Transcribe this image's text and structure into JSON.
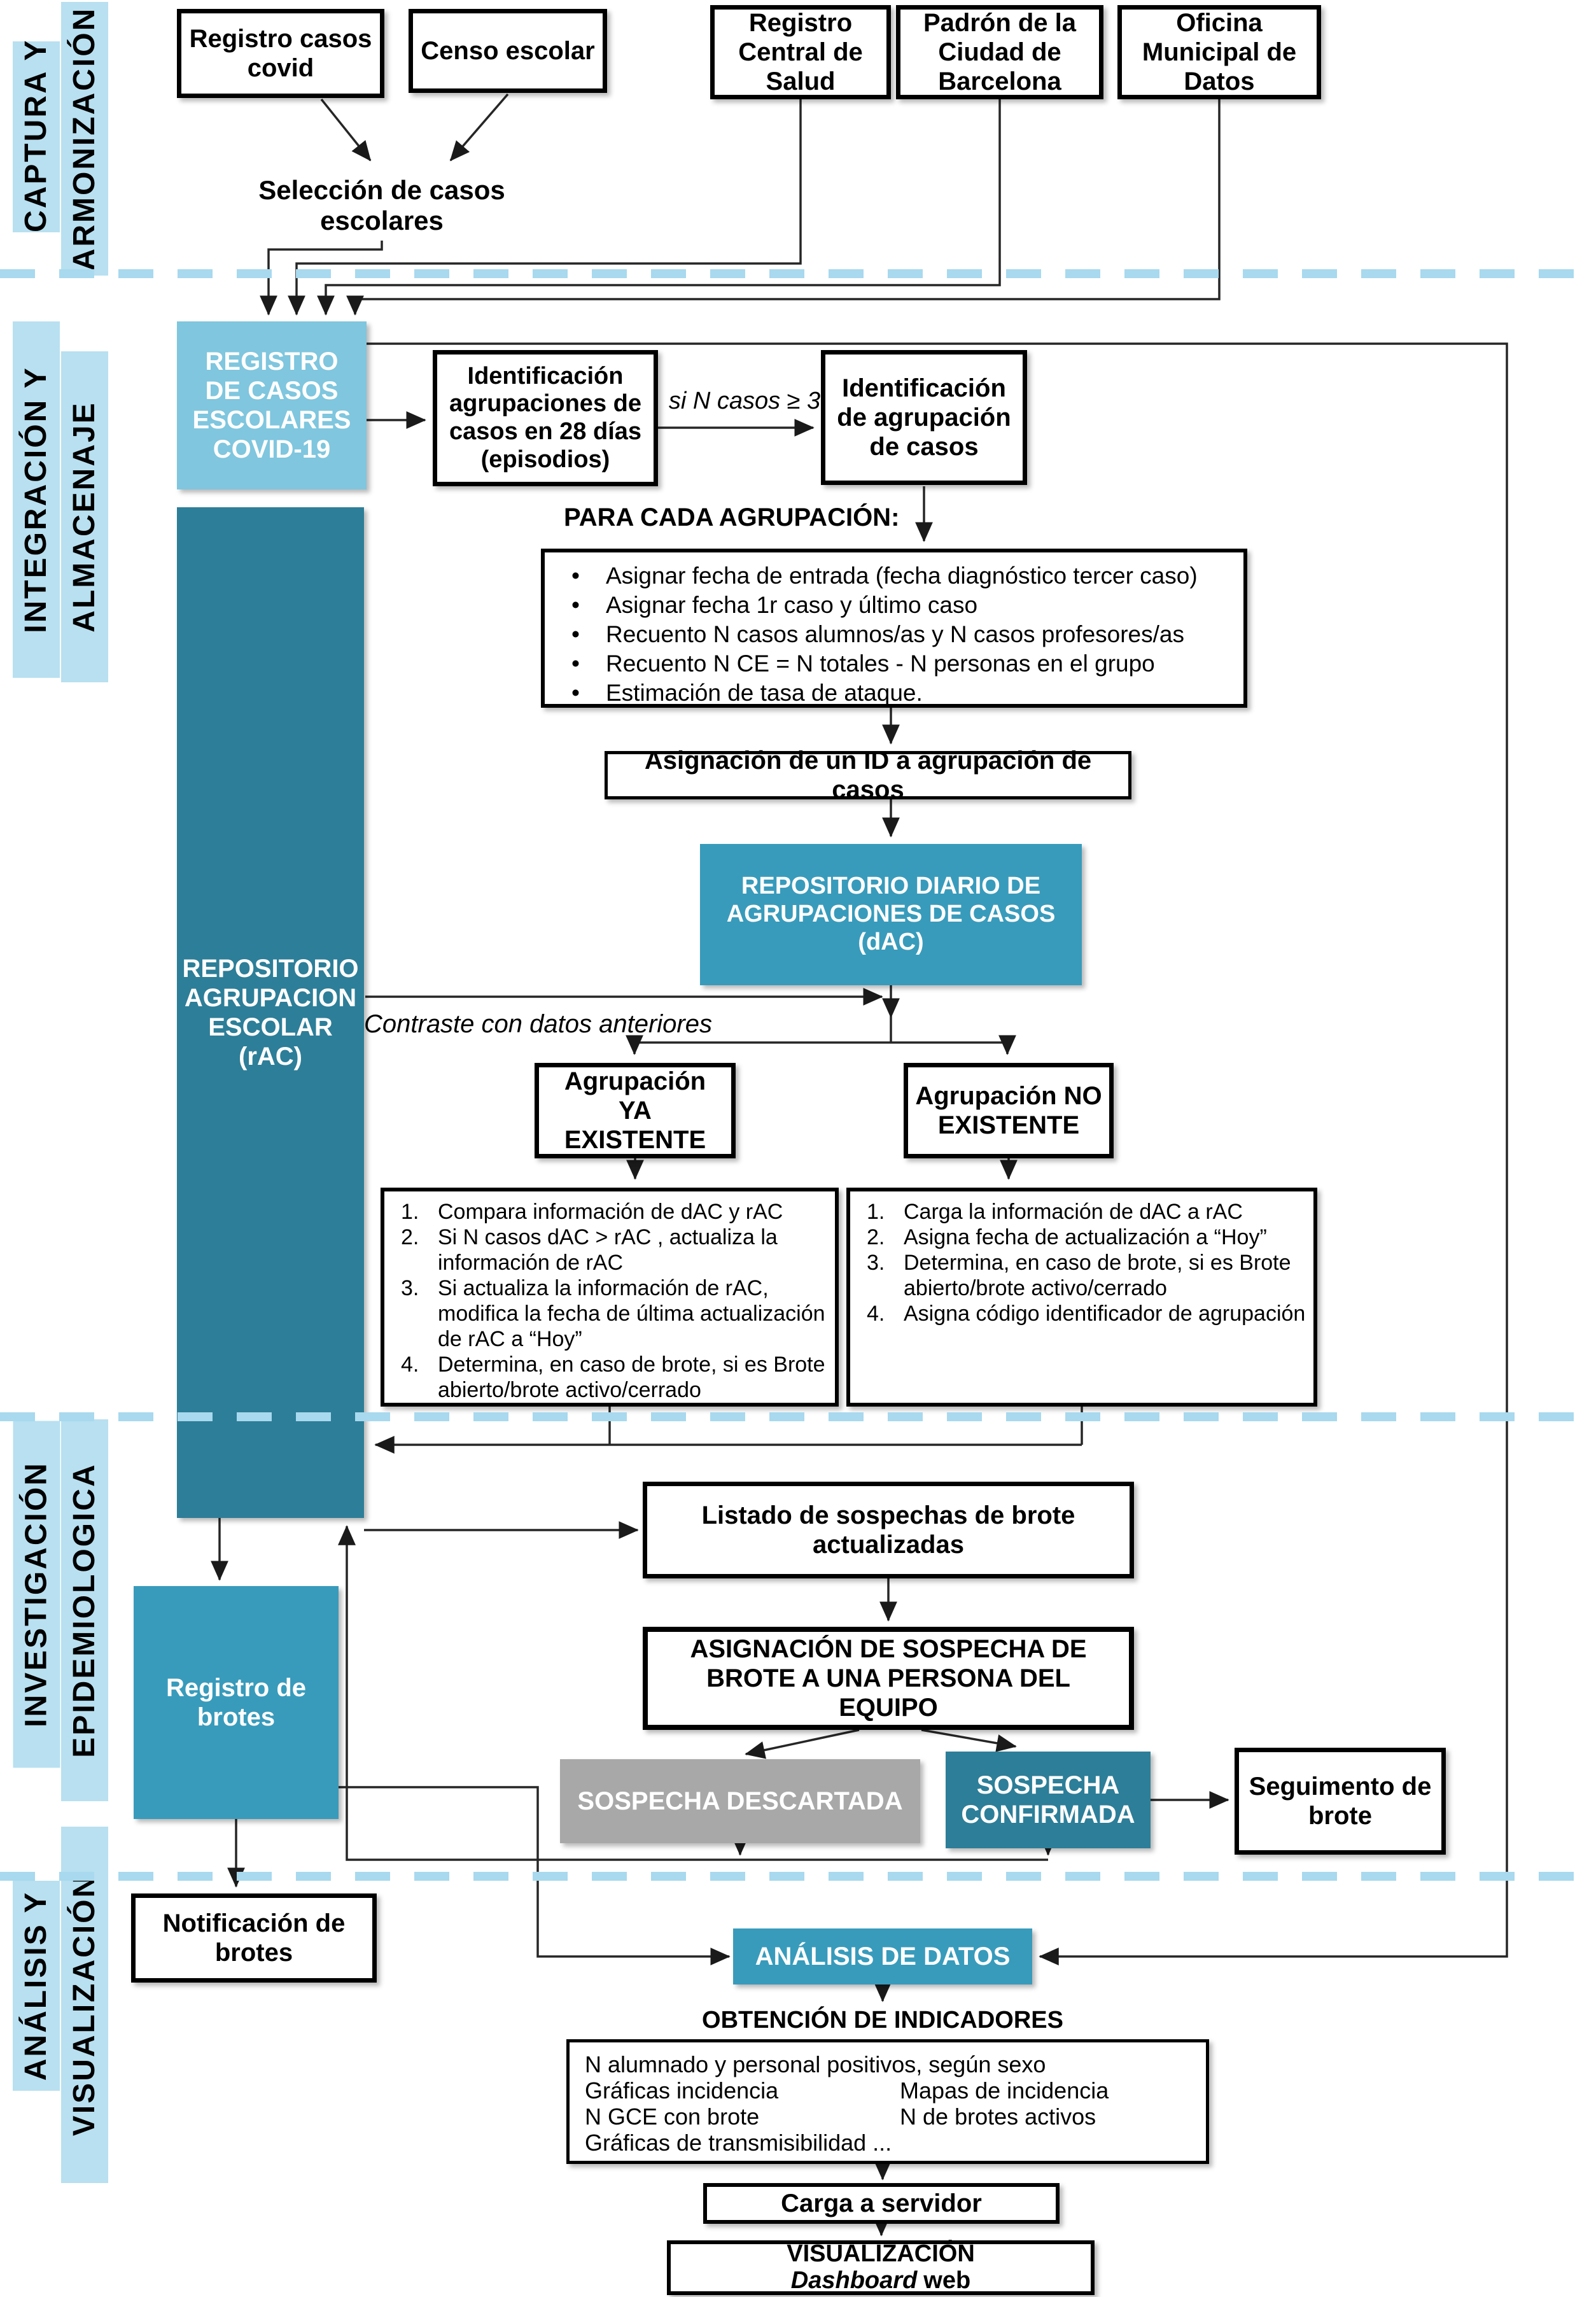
{
  "sections": {
    "capture": {
      "line1": "CAPTURA Y",
      "line2": "ARMONIZACIÓN"
    },
    "integration": {
      "line1": "INTEGRACIÓN Y",
      "line2": "ALMACENAJE"
    },
    "investigation": {
      "line1": "INVESTIGACIÓN",
      "line2": "EPIDEMIOLOGICA"
    },
    "analysis": {
      "line1": "ANÁLISIS Y",
      "line2": "VISUALIZACIÓN"
    }
  },
  "sources": {
    "registro_casos_covid": "Registro casos covid",
    "censo_escolar": "Censo escolar",
    "registro_central_salud": "Registro Central de Salud",
    "padron": "Padrón de la Ciudad de Barcelona",
    "oficina": "Oficina Municipal de Datos",
    "seleccion": "Selección de casos escolares"
  },
  "integration": {
    "registro_casos": "REGISTRO DE CASOS ESCOLARES COVID-19",
    "identificacion_agrupaciones": "Identificación agrupaciones de casos en 28 días (episodios)",
    "condition": "si N casos ≥ 3",
    "identificacion_agrupacion": "Identificación de agrupación de casos",
    "para_cada": "PARA CADA AGRUPACIÓN:",
    "tasks": [
      "Asignar fecha de entrada (fecha diagnóstico tercer caso)",
      "Asignar fecha 1r caso y último caso",
      "Recuento N casos alumnos/as y N casos profesores/as",
      "Recuento N CE = N totales  - N personas en el grupo",
      "Estimación de tasa de ataque."
    ],
    "asignacion_id": "Asignación de un ID a agrupación de casos",
    "dac": "REPOSITORIO DIARIO DE AGRUPACIONES DE CASOS (dAC)",
    "contraste": "Contraste con datos anteriores",
    "rac": "REPOSITORIO AGRUPACION ESCOLAR (rAC)",
    "ya_existente": "Agrupación YA EXISTENTE",
    "no_existente": "Agrupación NO EXISTENTE",
    "steps_existente": [
      "Compara información de dAC y rAC",
      "Si N casos dAC > rAC , actualiza la información de rAC",
      "Si actualiza la información de rAC, modifica la fecha de última actualización de rAC a “Hoy”",
      "Determina, en caso de brote, si es Brote abierto/brote activo/cerrado"
    ],
    "steps_nueva": [
      "Carga la información de dAC a rAC",
      "Asigna fecha de actualización a “Hoy”",
      "Determina, en caso de brote, si es Brote abierto/brote activo/cerrado",
      "Asigna código identificador de agrupación"
    ]
  },
  "investigation": {
    "listado": "Listado de sospechas de brote actualizadas",
    "asignacion_sospecha": "ASIGNACIÓN DE SOSPECHA DE BROTE A UNA PERSONA DEL EQUIPO",
    "descartada": "SOSPECHA DESCARTADA",
    "confirmada": "SOSPECHA CONFIRMADA",
    "seguimiento": "Seguimento de brote",
    "registro_brotes": "Registro de brotes"
  },
  "analysis": {
    "notificacion": "Notificación de brotes",
    "analisis_datos": "ANÁLISIS DE DATOS",
    "obtencion": "OBTENCIÓN DE INDICADORES",
    "indicators": {
      "r1": "N alumnado y personal positivos, según sexo",
      "r2a": "Gráficas incidencia",
      "r2b": "Mapas de incidencia",
      "r3a": "N GCE con brote",
      "r3b": "N de brotes activos",
      "r4": "Gráficas de transmisibilidad ..."
    },
    "carga": "Carga a servidor",
    "visualizacion": "VISUALIZACIÓN",
    "dashboard": "Dashboard",
    "web": "web"
  },
  "colors": {
    "section_label_bg": "#b8e0f0",
    "light_blue_box": "#7fc6de",
    "teal_box": "#389bbb",
    "dark_teal_box": "#2d7e98",
    "gray_box": "#a8a8a8",
    "dashed_separator": "#a8d9ee",
    "connector": "#262626"
  }
}
